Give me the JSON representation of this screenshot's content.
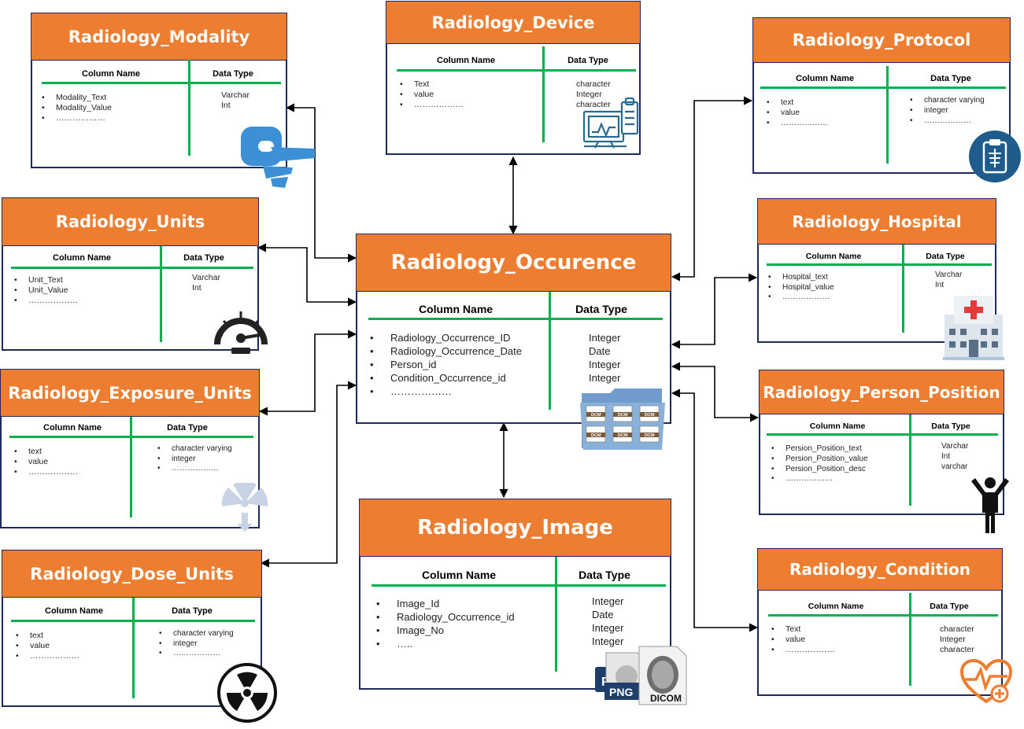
{
  "tables": {
    "modality": {
      "title": "Radiology_Modality",
      "col_name": "Column Name",
      "col_type": "Data Type",
      "rows": [
        "Modality_Text",
        "Modality_Value",
        "………………"
      ],
      "types": [
        "Varchar",
        "Int"
      ]
    },
    "device": {
      "title": "Radiology_Device",
      "col_name": "Column Name",
      "col_type": "Data Type",
      "rows": [
        "Text",
        "value",
        "………………"
      ],
      "types": [
        "character",
        "Integer",
        "character"
      ]
    },
    "protocol": {
      "title": "Radiology_Protocol",
      "col_name": "Column Name",
      "col_type": "Data Type",
      "rows": [
        "text",
        "value",
        "………………"
      ],
      "types": [
        "character varying",
        "integer",
        "………………"
      ]
    },
    "units": {
      "title": "Radiology_Units",
      "col_name": "Column Name",
      "col_type": "Data Type",
      "rows": [
        "Unit_Text",
        "Unit_Value",
        "………………"
      ],
      "types": [
        "Varchar",
        "Int"
      ]
    },
    "occurrence": {
      "title": "Radiology_Occurence",
      "col_name": "Column Name",
      "col_type": "Data Type",
      "rows": [
        "Radiology_Occurrence_ID",
        "Radiology_Occurrence_Date",
        "Person_id",
        "Condition_Occurrence_id",
        "………………"
      ],
      "types": [
        "Integer",
        "Date",
        "Integer",
        "Integer"
      ]
    },
    "hospital": {
      "title": "Radiology_Hospital",
      "col_name": "Column Name",
      "col_type": "Data Type",
      "rows": [
        "Hospital_text",
        "Hospital_value",
        "………………"
      ],
      "types": [
        "Varchar",
        "Int"
      ]
    },
    "exposure": {
      "title": "Radiology_Exposure_Units",
      "col_name": "Column Name",
      "col_type": "Data Type",
      "rows": [
        "text",
        "value",
        "………………"
      ],
      "types": [
        "character varying",
        "integer",
        "………………"
      ]
    },
    "person_position": {
      "title": "Radiology_Person_Position",
      "col_name": "Column Name",
      "col_type": "Data Type",
      "rows": [
        "Persion_Position_text",
        "Persion_Position_value",
        "Persion_Position_desc",
        "………………"
      ],
      "types": [
        "Varchar",
        "Int",
        "varchar"
      ]
    },
    "dose": {
      "title": "Radiology_Dose_Units",
      "col_name": "Column Name",
      "col_type": "Data Type",
      "rows": [
        "text",
        "value",
        "………………"
      ],
      "types": [
        "character varying",
        "integer",
        "………………"
      ]
    },
    "image": {
      "title": "Radiology_Image",
      "col_name": "Column Name",
      "col_type": "Data Type",
      "rows": [
        "Image_Id",
        "Radiology_Occurrence_id",
        "Image_No",
        "….."
      ],
      "types": [
        "Integer",
        "Date",
        "Integer",
        "Integer"
      ]
    },
    "condition": {
      "title": "Radiology_Condition",
      "col_name": "Column Name",
      "col_type": "Data Type",
      "rows": [
        "Text",
        "value",
        "………………"
      ],
      "types": [
        "character",
        "Integer",
        "character"
      ]
    }
  },
  "icon_labels": {
    "png": "PNG",
    "dicom": "DICOM",
    "p": "P",
    "dcm": "DCM"
  },
  "colors": {
    "header": "#ed7d31",
    "border": "#1f2a5a",
    "divider": "#00b050",
    "icon_blue": "#3d8fd6"
  }
}
